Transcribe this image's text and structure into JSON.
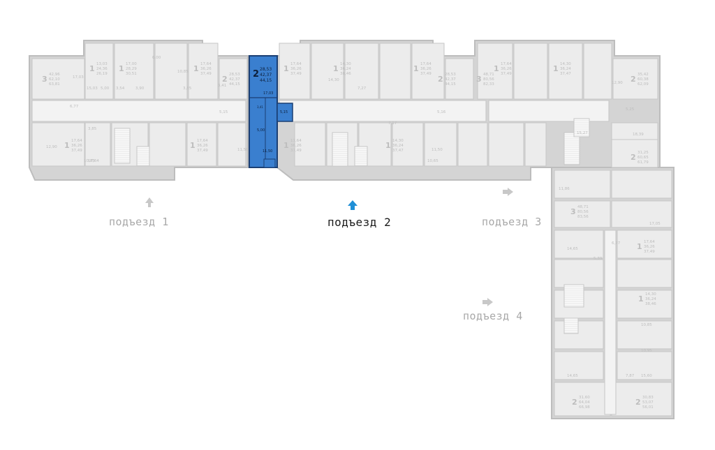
{
  "colors": {
    "wall": "#d4d4d4",
    "wall_stroke": "#bdbdbd",
    "room": "#ececec",
    "room_stroke": "#c6c6c6",
    "text": "#bdbdbd",
    "highlight": "#3a7fcf",
    "highlight_text": "#0d1f3a",
    "arrow_active": "#1f8fd6",
    "arrow": "#c8c8c8"
  },
  "entrances": {
    "e1": "подъезд 1",
    "e2": "подъезд 2",
    "e3": "подъезд 3",
    "e4": "подъезд 4"
  },
  "selected": {
    "rooms": "2",
    "area_living": "28,53",
    "area_total": "42,37",
    "area_with_balcony": "44,15",
    "room_a": "17,03",
    "room_b": "5,00",
    "room_c": "11,50",
    "hall": "5,15",
    "bath": "3,41"
  },
  "apartments": [
    {
      "id": "a1",
      "rooms": "3",
      "a": "42,96",
      "b": "62,10",
      "c": "63,81"
    },
    {
      "id": "a2",
      "rooms": "1",
      "a": "13,03",
      "b": "24,36",
      "c": "26,19"
    },
    {
      "id": "a3",
      "rooms": "1",
      "a": "17,00",
      "b": "28,29",
      "c": "30,51"
    },
    {
      "id": "a4",
      "rooms": "1",
      "a": "17,64",
      "b": "36,26",
      "c": "37,49"
    },
    {
      "id": "a5",
      "rooms": "2",
      "a": "28,53",
      "b": "42,37",
      "c": "44,15"
    },
    {
      "id": "a6",
      "rooms": "1",
      "a": "17,64",
      "b": "36,26",
      "c": "37,49"
    },
    {
      "id": "a7",
      "rooms": "1",
      "a": "17,64",
      "b": "36,26",
      "c": "37,49"
    },
    {
      "id": "a8",
      "rooms": "1",
      "a": "17,64",
      "b": "36,26",
      "c": "37,49"
    },
    {
      "id": "a9",
      "rooms": "1",
      "a": "14,30",
      "b": "36,24",
      "c": "38,46"
    },
    {
      "id": "a10",
      "rooms": "1",
      "a": "17,64",
      "b": "36,26",
      "c": "37,49"
    },
    {
      "id": "a11",
      "rooms": "2",
      "a": "28,53",
      "b": "42,37",
      "c": "44,15"
    },
    {
      "id": "a12",
      "rooms": "1",
      "a": "17,64",
      "b": "36,26",
      "c": "37,49"
    },
    {
      "id": "a13",
      "rooms": "1",
      "a": "14,30",
      "b": "36,24",
      "c": "37,47"
    },
    {
      "id": "a14",
      "rooms": "3",
      "a": "48,71",
      "b": "80,56",
      "c": "82,33"
    },
    {
      "id": "a15",
      "rooms": "1",
      "a": "17,64",
      "b": "36,26",
      "c": "37,49"
    },
    {
      "id": "a16",
      "rooms": "1",
      "a": "14,30",
      "b": "36,24",
      "c": "37,47"
    },
    {
      "id": "a17",
      "rooms": "2",
      "a": "35,42",
      "b": "60,38",
      "c": "62,09"
    },
    {
      "id": "a18",
      "rooms": "2",
      "a": "31,25",
      "b": "60,65",
      "c": "61,79"
    },
    {
      "id": "a19",
      "rooms": "3",
      "a": "48,71",
      "b": "80,56",
      "c": "83,56"
    },
    {
      "id": "a20",
      "rooms": "1",
      "a": "17,64",
      "b": "36,26",
      "c": "37,49"
    },
    {
      "id": "a21",
      "rooms": "1",
      "a": "14,30",
      "b": "36,24",
      "c": "38,46"
    },
    {
      "id": "a22",
      "rooms": "2",
      "a": "31,60",
      "b": "64,04",
      "c": "66,98"
    },
    {
      "id": "a23",
      "rooms": "2",
      "a": "30,83",
      "b": "53,07",
      "c": "56,01"
    }
  ],
  "room_values": [
    "17,03",
    "10,85",
    "15,03",
    "5,00",
    "3,54",
    "3,90",
    "6,00",
    "12,90",
    "6,77",
    "3,85",
    "10,85",
    "17,64",
    "11,50",
    "5,15",
    "3,41",
    "3,85",
    "7,27",
    "14,30",
    "5,16",
    "11,50",
    "10,65",
    "7,17",
    "12,90",
    "5,25",
    "18,39",
    "15,27",
    "11,86",
    "17,05",
    "14,65",
    "5,39",
    "6,77",
    "10,85",
    "10,95",
    "7,87",
    "15,60",
    "14,65"
  ]
}
